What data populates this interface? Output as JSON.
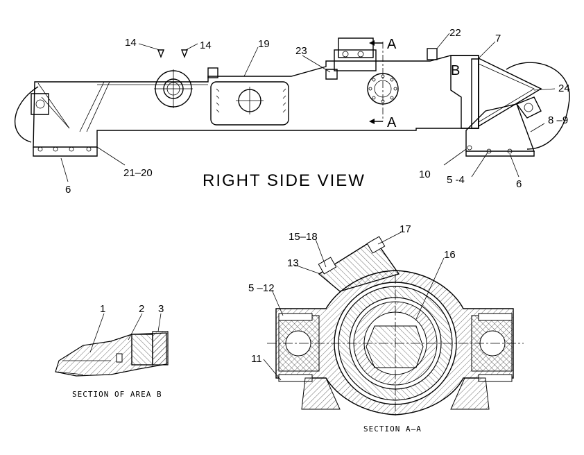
{
  "views": {
    "right_side_title": "RIGHT SIDE VIEW",
    "section_area_b": "SECTION OF AREA B",
    "section_aa": "SECTION A–A"
  },
  "markers": {
    "section_a_top": "A",
    "section_a_bottom": "A",
    "area_b": "B"
  },
  "callouts": {
    "c14a": "14",
    "c14b": "14",
    "c19": "19",
    "c23": "23",
    "c22": "22",
    "c7": "7",
    "c24": "24",
    "c8_9": "8 –9",
    "c10": "10",
    "c5_4": "5 -4",
    "c6r": "6",
    "c6l": "6",
    "c21_20": "21–20",
    "c1": "1",
    "c2": "2",
    "c3": "3",
    "c15_18": "15–18",
    "c17": "17",
    "c13": "13",
    "c16": "16",
    "c5_12": "5 –12",
    "c11": "11"
  }
}
